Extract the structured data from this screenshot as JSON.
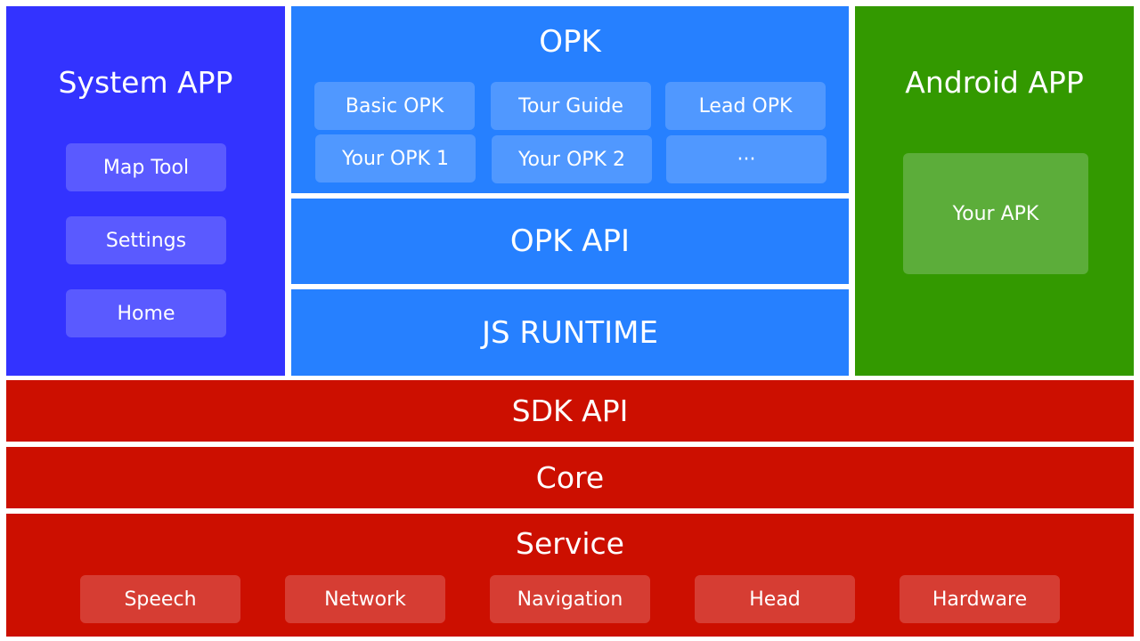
{
  "colors": {
    "system_bg": "#3333ff",
    "system_chip": "#5a5aff",
    "opk_bg": "#2680ff",
    "opk_chip": "#5098ff",
    "android_bg": "#339900",
    "android_chip": "#5cad3a",
    "red_bg": "#cc0f00",
    "red_chip": "#d63d33"
  },
  "system_app": {
    "title": "System APP",
    "items": [
      "Map Tool",
      "Settings",
      "Home"
    ]
  },
  "opk": {
    "title": "OPK",
    "items": [
      "Basic OPK",
      "Tour Guide",
      "Lead OPK",
      "Your OPK 1",
      "Your OPK 2",
      "···"
    ]
  },
  "opk_api": {
    "title": "OPK API"
  },
  "js_runtime": {
    "title": "JS RUNTIME"
  },
  "android_app": {
    "title": "Android APP",
    "items": [
      "Your APK"
    ]
  },
  "sdk_api": {
    "title": "SDK API"
  },
  "core": {
    "title": "Core"
  },
  "service": {
    "title": "Service",
    "items": [
      "Speech",
      "Network",
      "Navigation",
      "Head",
      "Hardware"
    ]
  }
}
